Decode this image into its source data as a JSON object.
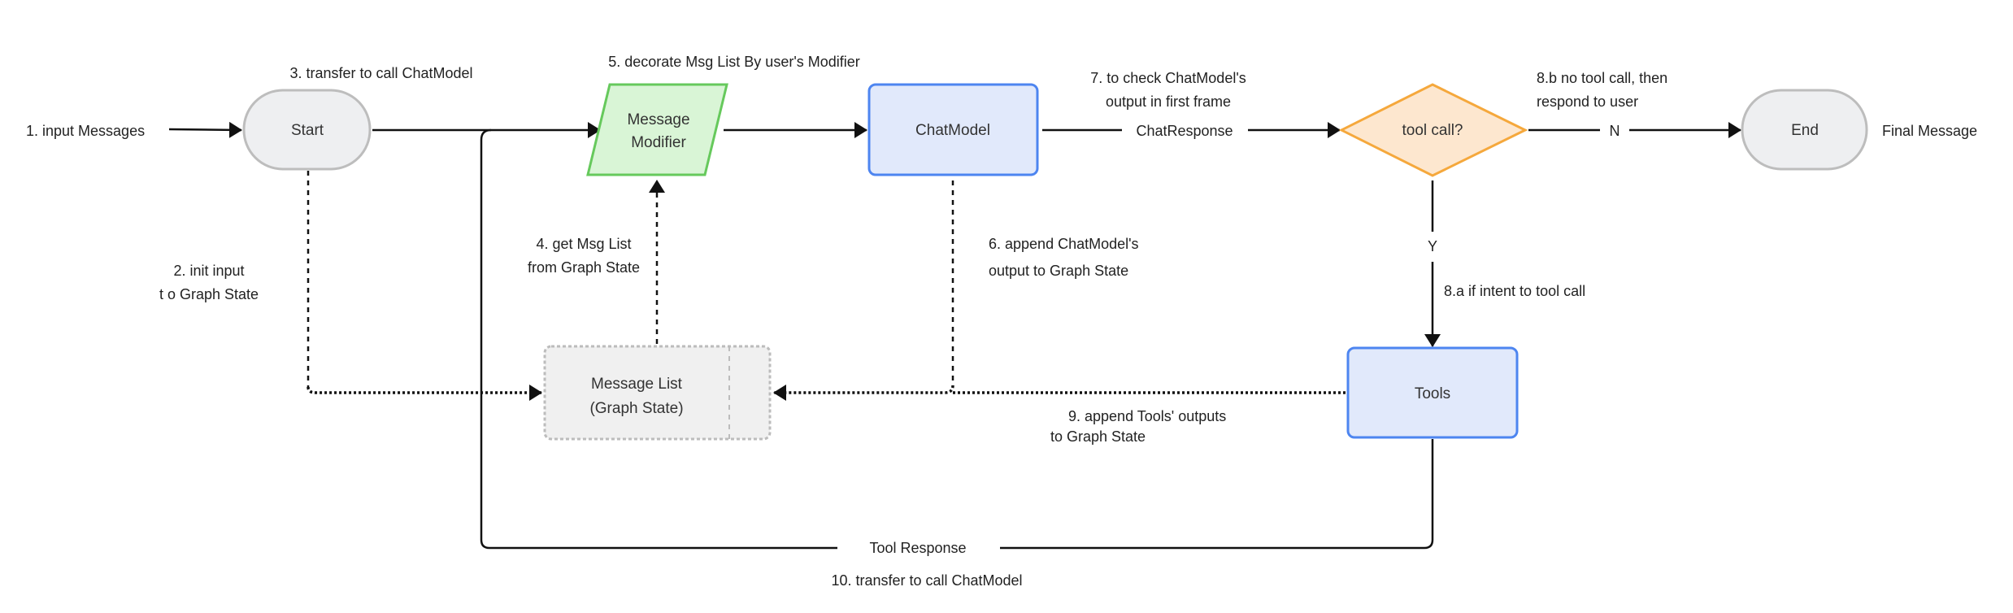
{
  "colors": {
    "terminal_fill": "#eeeff1",
    "terminal_stroke": "#bdbdbd",
    "modifier_fill": "#d9f5d6",
    "modifier_stroke": "#66c95c",
    "process_fill": "#e1e9fb",
    "process_stroke": "#4d85f0",
    "decision_fill": "#fde7cf",
    "decision_stroke": "#f5a83c",
    "store_fill": "#f0f0f0",
    "store_stroke": "#bcbcbc"
  },
  "nodes": {
    "start": "Start",
    "modifier_line1": "Message",
    "modifier_line2": "Modifier",
    "chatmodel": "ChatModel",
    "decision": "tool call?",
    "end": "End",
    "tools": "Tools",
    "msglist_line1": "Message List",
    "msglist_line2": "(Graph State)"
  },
  "labels": {
    "input": "1. input Messages",
    "step2_line1": "2. init input",
    "step2_line2": "t o Graph State",
    "step3": "3. transfer to call ChatModel",
    "step4_line1": "4. get Msg List",
    "step4_line2": "from Graph State",
    "step5": "5. decorate Msg List By user's Modifier",
    "step6_line1": "6. append ChatModel's",
    "step6_line2": "output to Graph State",
    "step7_line1": "7. to check ChatModel's",
    "step7_line2": "output in first frame",
    "chat_response": "ChatResponse",
    "step8b_line1": "8.b no tool call, then",
    "step8b_line2": "respond to user",
    "no": "N",
    "yes": "Y",
    "step8a": "8.a if intent to tool  call",
    "final_message": "Final Message",
    "step9_line1": "9. append Tools' outputs",
    "step9_line2": "to Graph State",
    "tool_response": "Tool Response",
    "step10": "10. transfer to  call ChatModel"
  }
}
